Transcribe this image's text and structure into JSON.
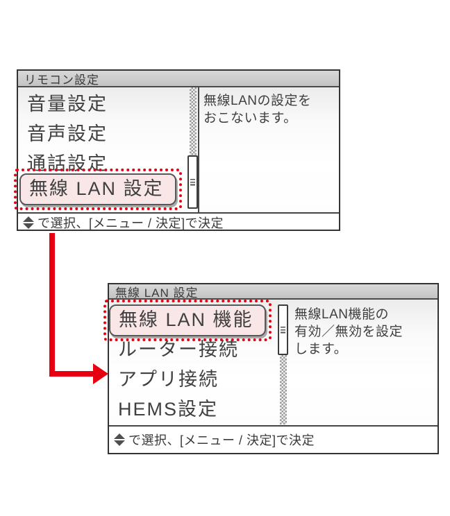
{
  "colors": {
    "callout_red": "#e60012",
    "selected_fill": "#f9e6e6",
    "titlebar_gray": "#c8c8c8",
    "text_dark": "#3f3f3f"
  },
  "screen1": {
    "title": "リモコン設定",
    "items": [
      "音量設定",
      "音声設定",
      "通話設定"
    ],
    "selected_item": "無線 LAN 設定",
    "description_lines": [
      "無線LANの設定を",
      "おこないます。"
    ],
    "hint": "で選択、[メニュー / 決定]で決定"
  },
  "screen2": {
    "title": "無線 LAN 設定",
    "selected_item": "無線 LAN 機能",
    "items": [
      "ルーター接続",
      "アプリ接続",
      "HEMS設定"
    ],
    "description_lines": [
      "無線LAN機能の",
      "有効／無効を設定",
      "します。"
    ],
    "hint": "で選択、[メニュー / 決定]で決定"
  }
}
